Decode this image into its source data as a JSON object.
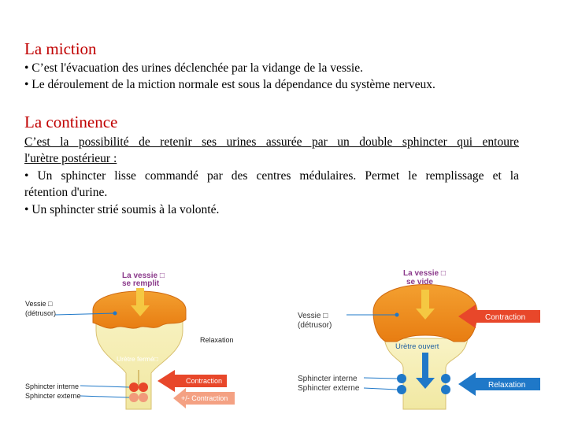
{
  "section1": {
    "title": "La miction",
    "bullet1": "• C’est l'évacuation des urines déclenchée par la vidange de la vessie.",
    "bullet2": "• Le déroulement de la miction normale est sous la dépendance du système nerveux."
  },
  "section2": {
    "title": "La continence",
    "intro_line1": "C’est la possibilité de retenir ses urines assurée par un double sphincter qui entoure",
    "intro_line2": "l'urètre postérieur :",
    "bullet1_line1": "• Un sphincter lisse commandé par des centres médulaires. Permet le remplissage et la",
    "bullet1_line2": "rétention d'urine.",
    "bullet2": "• Un sphincter strié soumis à la volonté."
  },
  "figure_left": {
    "caption_line1": "La vessie ",
    "caption_line2": "se remplit",
    "label_vessie": "Vessie ",
    "label_detrusor": "(détrusor)",
    "label_relaxation": "Relaxation",
    "label_uretre": "Urètre fermé",
    "label_sph_interne": "Sphincter interne",
    "label_sph_externe": "Sphincter externe",
    "arrow_contraction": "Contraction",
    "arrow_contraction2": "+/- Contraction"
  },
  "figure_right": {
    "caption_line1": "La vessie ",
    "caption_line2": "se vide",
    "label_vessie": "Vessie ",
    "label_detrusor": "(détrusor)",
    "label_uretre": "Urètre ouvert",
    "label_sph_interne": "Sphincter interne",
    "label_sph_externe": "Sphincter externe",
    "arrow_contraction": "Contraction",
    "arrow_relaxation": "Relaxation"
  },
  "colors": {
    "heading": "#c00000",
    "bladder_orange": "#f08a1c",
    "urethra_yellow": "#f6f0b4",
    "arrow_red": "#e8472a",
    "arrow_blue": "#1f78c8",
    "caption_purple": "#8b3a8b"
  }
}
